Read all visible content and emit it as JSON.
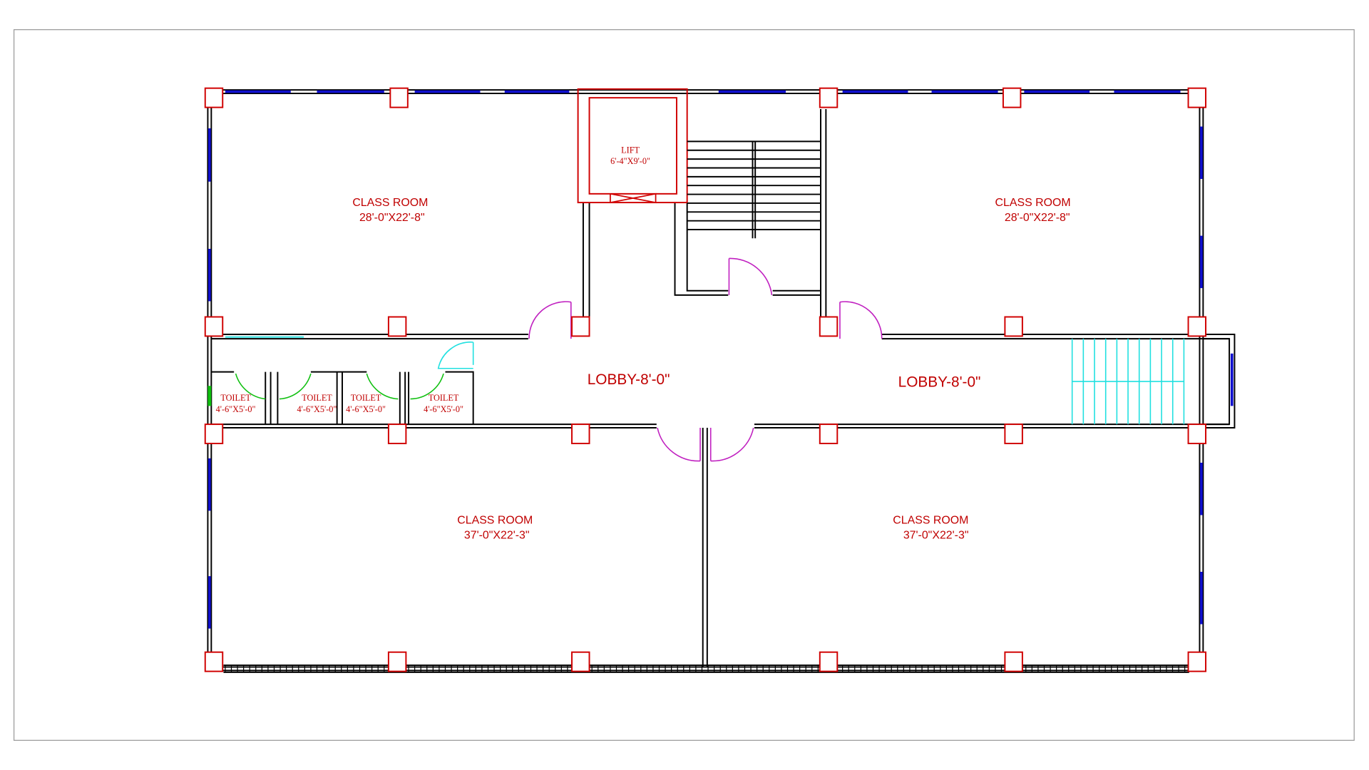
{
  "drawing": {
    "rooms": [
      {
        "name": "CLASS ROOM",
        "size": "28'-0\"X22'-8\""
      },
      {
        "name": "CLASS ROOM",
        "size": "28'-0\"X22'-8\""
      },
      {
        "name": "CLASS ROOM",
        "size": "37'-0\"X22'-3\""
      },
      {
        "name": "CLASS ROOM",
        "size": "37'-0\"X22'-3\""
      }
    ],
    "lift": {
      "name": "LIFT",
      "size": "6'-4\"X9'-0\""
    },
    "lobbies": [
      "LOBBY-8'-0\"",
      "LOBBY-8'-0\""
    ],
    "toilets": [
      {
        "name": "TOILET",
        "size": "4'-6\"X5'-0\""
      },
      {
        "name": "TOILET",
        "size": "4'-6\"X5'-0\""
      },
      {
        "name": "TOILET",
        "size": "4'-6\"X5'-0\""
      },
      {
        "name": "TOILET",
        "size": "4'-6\"X5'-0\""
      }
    ],
    "colors": {
      "text": "#c00000",
      "column": "#d00000",
      "window": "#1010d0",
      "door": "#c020c0",
      "stair_alt": "#20e0e0"
    }
  }
}
